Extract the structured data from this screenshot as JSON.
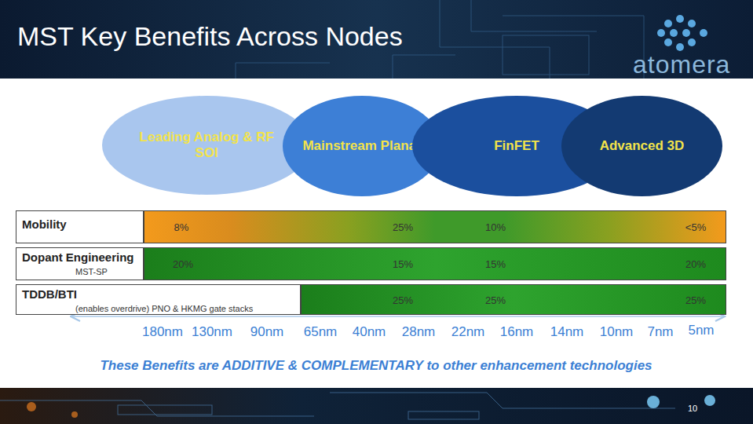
{
  "diagram": {
    "title": "MST Key Benefits Across Nodes",
    "caption": "These Benefits are ADDITIVE & COMPLEMENTARY to other enhancement technologies",
    "nodes": [
      {
        "text": [
          "Leading Analog & RF SOI"
        ]
      },
      {
        "text": [
          "Mainstream Planar"
        ]
      },
      {
        "text": [
          "FinFET"
        ]
      },
      {
        "text": [
          "Advanced 3D"
        ]
      },
      {
        "text": [
          "Mobility"
        ]
      },
      {
        "text": [
          "8%",
          "25%",
          "10%",
          "<5%"
        ]
      },
      {
        "text": [
          "Dopant Engineering",
          "MST-SP"
        ]
      },
      {
        "text": [
          "20%",
          "15%",
          "15%",
          "20%"
        ]
      },
      {
        "text": [
          "TDDB/BTI",
          "(enables overdrive) PNO & HKMG gate stacks"
        ]
      },
      {
        "text": [
          "25%",
          "25%",
          "25%"
        ]
      }
    ],
    "labels": [
      "180nm",
      "130nm",
      "90nm",
      "65nm",
      "40nm",
      "28nm",
      "22nm",
      "16nm",
      "14nm",
      "10nm",
      "7nm",
      "5nm",
      "atomera",
      "10"
    ]
  }
}
